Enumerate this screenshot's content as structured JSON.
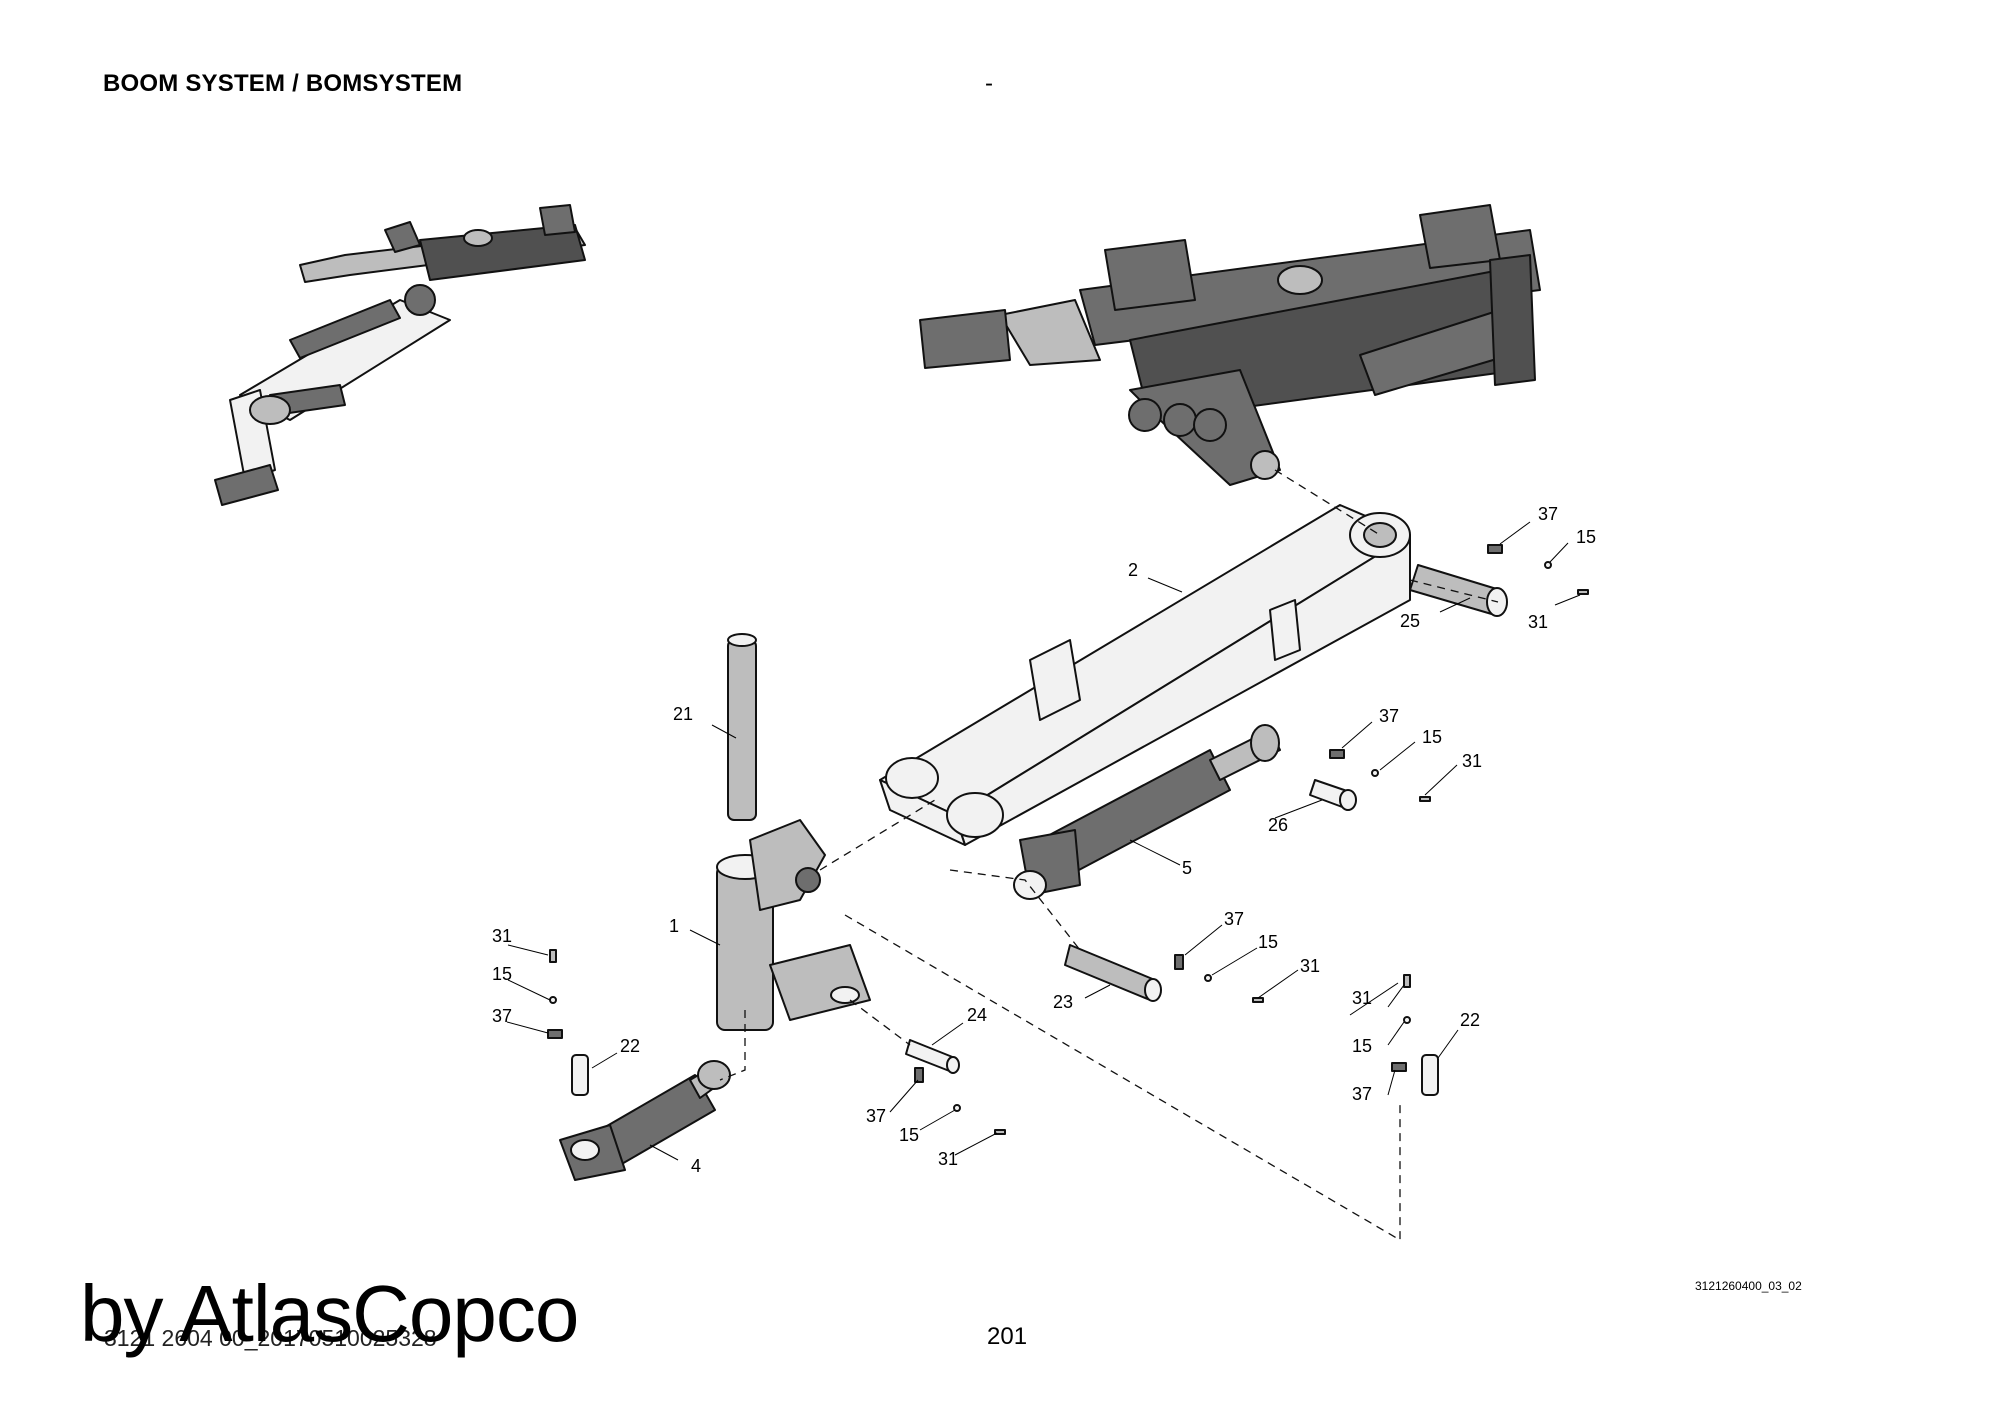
{
  "header": {
    "title": "BOOM SYSTEM / BOMSYSTEM",
    "separator": "-"
  },
  "figure": {
    "reference": "3121260400_03_02",
    "callouts": [
      "2",
      "37",
      "15",
      "25",
      "31",
      "37",
      "15",
      "31",
      "21",
      "26",
      "5",
      "1",
      "37",
      "15",
      "31",
      "31",
      "15",
      "23",
      "24",
      "22",
      "37",
      "4",
      "37",
      "15",
      "31",
      "31",
      "15",
      "22",
      "37"
    ]
  },
  "footer": {
    "document_ref": "3121 2604 00_20170510025328",
    "page_number": "201",
    "watermark": "by AtlasCopco"
  }
}
